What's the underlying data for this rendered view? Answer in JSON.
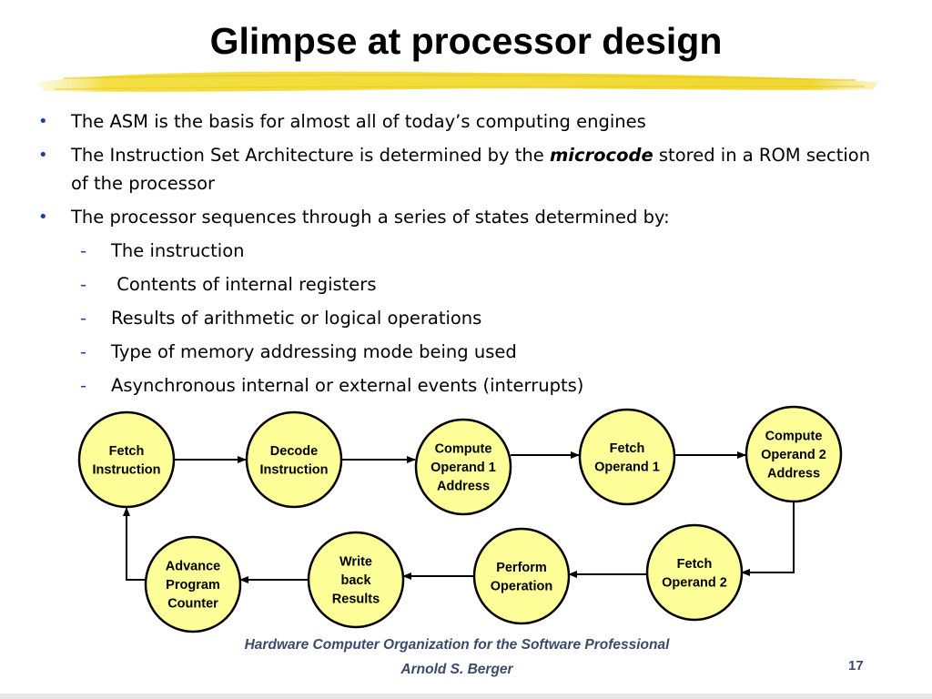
{
  "slide": {
    "title": "Glimpse at processor design",
    "bullets": [
      {
        "text": "The ASM is the basis for almost all of today’s computing engines"
      },
      {
        "before": "The Instruction Set Architecture is determined by the ",
        "emphasis": "microcode",
        "after": " stored in a ROM section of the processor"
      },
      {
        "text": "The processor sequences through a series of states determined by:"
      }
    ],
    "sub_bullets": [
      "The instruction",
      " Contents of internal registers",
      "Results of arithmetic or logical operations",
      "Type of memory addressing mode being used",
      "Asynchronous internal or external events (interrupts)"
    ],
    "footer_line1": "Hardware Computer Organization for the Software Professional",
    "footer_line2": "Arnold S. Berger",
    "page_number": "17",
    "colors": {
      "node_fill": "#FFFF99",
      "node_stroke": "#000000",
      "bullet_marker": "#1A3FB0",
      "highlighter": "#F2DC2E",
      "footer_text": "#3A4A6A"
    }
  },
  "diagram": {
    "nodes": [
      {
        "id": "fetch-instruction",
        "lines": [
          "Fetch",
          "Instruction"
        ]
      },
      {
        "id": "decode-instruction",
        "lines": [
          "Decode",
          "Instruction"
        ]
      },
      {
        "id": "compute-operand-1-address",
        "lines": [
          "Compute",
          "Operand 1",
          "Address"
        ]
      },
      {
        "id": "fetch-operand-1",
        "lines": [
          "Fetch",
          "Operand 1"
        ]
      },
      {
        "id": "compute-operand-2-address",
        "lines": [
          "Compute",
          "Operand 2",
          "Address"
        ]
      },
      {
        "id": "fetch-operand-2",
        "lines": [
          "Fetch",
          "Operand 2"
        ]
      },
      {
        "id": "perform-operation",
        "lines": [
          "Perform",
          "Operation"
        ]
      },
      {
        "id": "write-back-results",
        "lines": [
          "Write",
          "back",
          "Results"
        ]
      },
      {
        "id": "advance-program-counter",
        "lines": [
          "Advance",
          "Program",
          "Counter"
        ]
      }
    ],
    "edges": [
      {
        "from": "fetch-instruction",
        "to": "decode-instruction"
      },
      {
        "from": "decode-instruction",
        "to": "compute-operand-1-address"
      },
      {
        "from": "compute-operand-1-address",
        "to": "fetch-operand-1"
      },
      {
        "from": "fetch-operand-1",
        "to": "compute-operand-2-address"
      },
      {
        "from": "compute-operand-2-address",
        "to": "fetch-operand-2"
      },
      {
        "from": "fetch-operand-2",
        "to": "perform-operation"
      },
      {
        "from": "perform-operation",
        "to": "write-back-results"
      },
      {
        "from": "write-back-results",
        "to": "advance-program-counter"
      },
      {
        "from": "advance-program-counter",
        "to": "fetch-instruction"
      }
    ]
  }
}
